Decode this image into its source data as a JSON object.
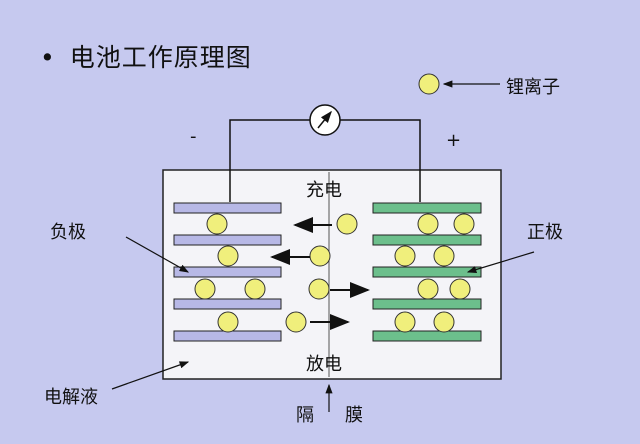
{
  "title": "电池工作原理图",
  "bullet": "•",
  "labels": {
    "lithium_ion": "锂离子",
    "minus": "-",
    "plus": "+",
    "charge": "充电",
    "discharge": "放电",
    "negative_electrode": "负极",
    "positive_electrode": "正极",
    "electrolyte": "电解液",
    "separator_1": "隔",
    "separator_2": "膜"
  },
  "colors": {
    "background": "#c6c9ef",
    "cell_fill": "#f4f4f8",
    "negative_plate": "#b7b8e6",
    "positive_plate": "#6cbf8c",
    "ion": "#f0ef7c",
    "line": "#111111"
  },
  "icons": [
    "meter-icon",
    "arrow-left-icon",
    "arrow-right-icon",
    "lithium-ion-icon"
  ]
}
